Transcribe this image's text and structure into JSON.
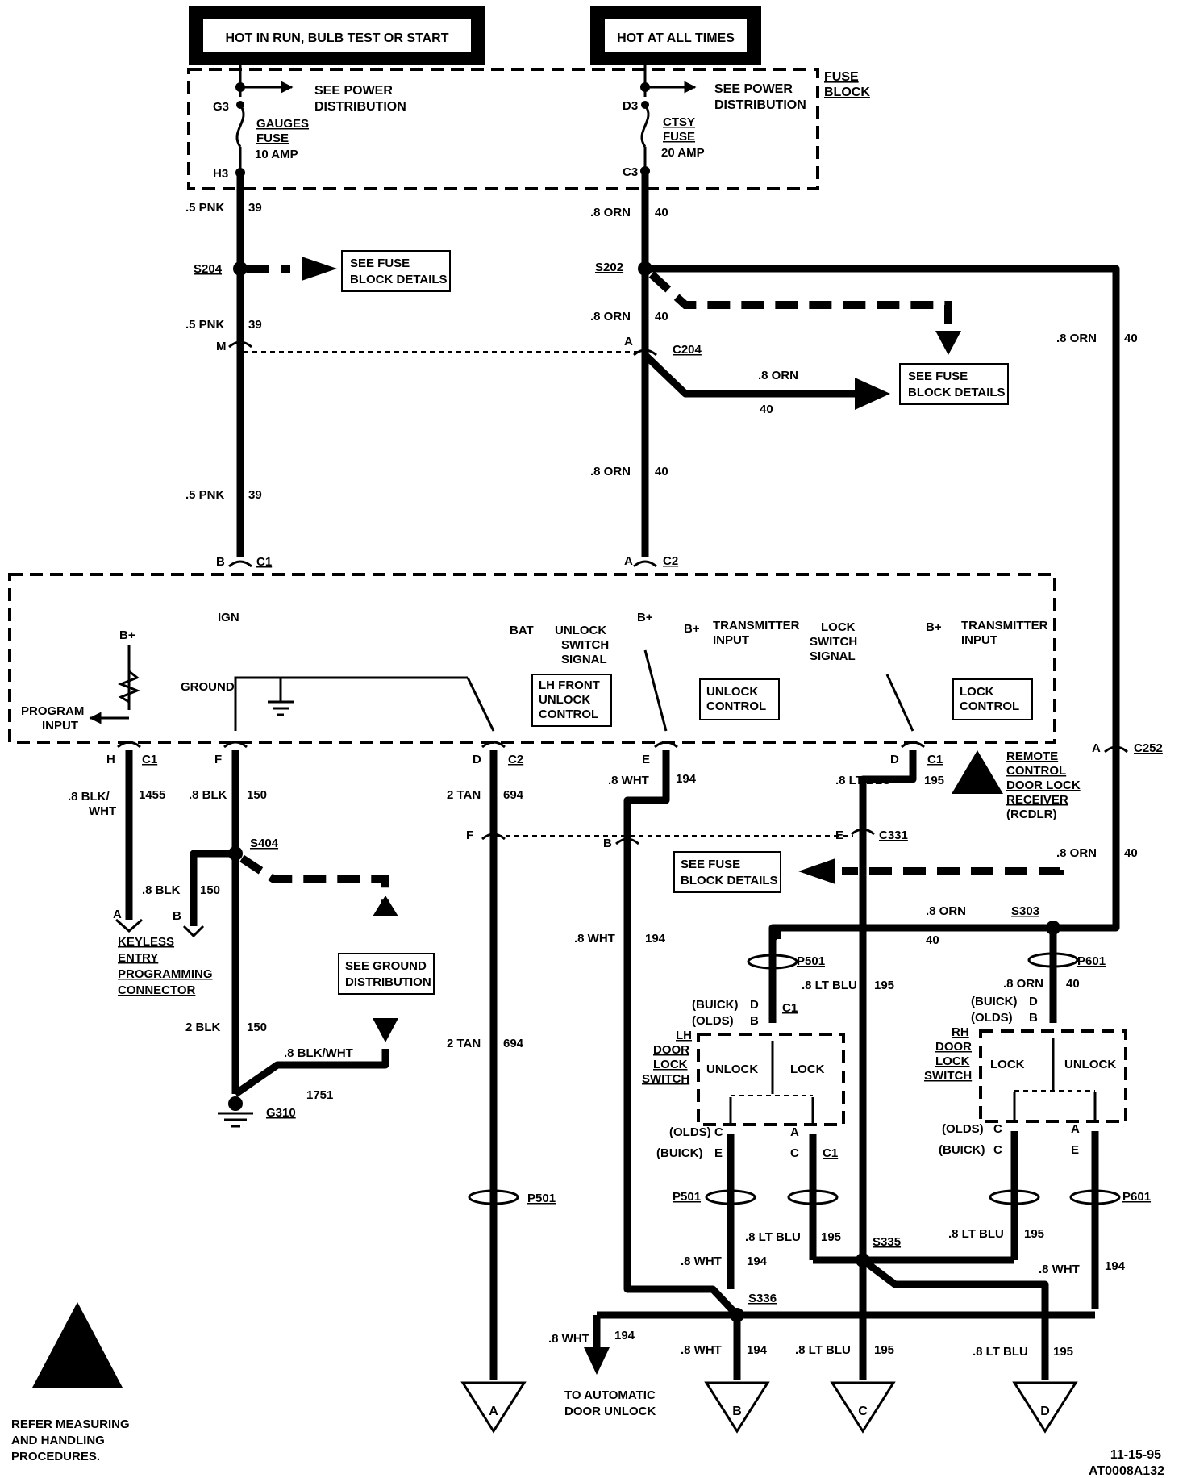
{
  "header": {
    "hot_run": "HOT IN RUN, BULB TEST OR START",
    "hot_always": "HOT AT ALL TIMES"
  },
  "fuse_block": {
    "label_line1": "FUSE",
    "label_line2": "BLOCK",
    "see_power_line1": "SEE POWER",
    "see_power_line2": "DISTRIBUTION",
    "gauges_fuse": [
      "GAUGES",
      "FUSE",
      "10 AMP"
    ],
    "ctsy_fuse": [
      "CTSY",
      "FUSE",
      "20 AMP"
    ],
    "terminals": [
      "G3",
      "H3",
      "D3",
      "C3"
    ]
  },
  "see_fuse_details": [
    "SEE FUSE",
    "BLOCK DETAILS"
  ],
  "see_ground": [
    "SEE GROUND",
    "DISTRIBUTION"
  ],
  "splices": [
    "S204",
    "S202",
    "S404",
    "S303",
    "S335",
    "S336"
  ],
  "connectors": [
    "C204",
    "C1",
    "C2",
    "C252",
    "C331",
    "P501",
    "P601",
    "G310"
  ],
  "wires": {
    "pnk": ".5 PNK",
    "pnk_num": "39",
    "orn": ".8 ORN",
    "orn_num": "40",
    "blkwht": ".8 BLK/",
    "blkwht2": "WHT",
    "blkwht_num": "1455",
    "blk8": ".8 BLK",
    "blk2": "2 BLK",
    "blk_num": "150",
    "blkwht_g": ".8 BLK/WHT",
    "blkwht_g_num": "1751",
    "tan": "2 TAN",
    "tan_num": "694",
    "wht": ".8 WHT",
    "wht_num": "194",
    "ltblu": ".8 LT BLU",
    "ltblu_num": "195"
  },
  "rcdlr": {
    "pins": {
      "ign": "IGN",
      "bplus": "B+",
      "bat": "BAT",
      "ground": "GROUND"
    },
    "program_input": [
      "PROGRAM",
      "INPUT"
    ],
    "unlock_signal": [
      "UNLOCK",
      "SWITCH",
      "SIGNAL"
    ],
    "lock_signal": [
      "LOCK",
      "SWITCH",
      "SIGNAL"
    ],
    "transmitter_input": [
      "TRANSMITTER",
      "INPUT"
    ],
    "lh_front": [
      "LH FRONT",
      "UNLOCK",
      "CONTROL"
    ],
    "unlock_control": [
      "UNLOCK",
      "CONTROL"
    ],
    "lock_control": [
      "LOCK",
      "CONTROL"
    ],
    "name": [
      "REMOTE",
      "CONTROL",
      "DOOR LOCK",
      "RECEIVER",
      "(RCDLR)"
    ]
  },
  "keyless": [
    "KEYLESS",
    "ENTRY",
    "PROGRAMMING",
    "CONNECTOR"
  ],
  "lh_switch": [
    "LH",
    "DOOR",
    "LOCK",
    "SWITCH"
  ],
  "rh_switch": [
    "RH",
    "DOOR",
    "LOCK",
    "SWITCH"
  ],
  "switch_positions": {
    "unlock": "UNLOCK",
    "lock": "LOCK"
  },
  "brands": {
    "buick": "(BUICK)",
    "olds": "(OLDS)"
  },
  "pin_letters": [
    "A",
    "B",
    "C",
    "D",
    "E",
    "F",
    "H",
    "M"
  ],
  "auto_unlock": [
    "TO AUTOMATIC",
    "DOOR UNLOCK"
  ],
  "offpage": [
    "A",
    "B",
    "C",
    "D"
  ],
  "esd_note": [
    "REFER MEASURING",
    "AND HANDLING",
    "PROCEDURES."
  ],
  "footer": {
    "date": "11-15-95",
    "code": "AT0008A132"
  }
}
